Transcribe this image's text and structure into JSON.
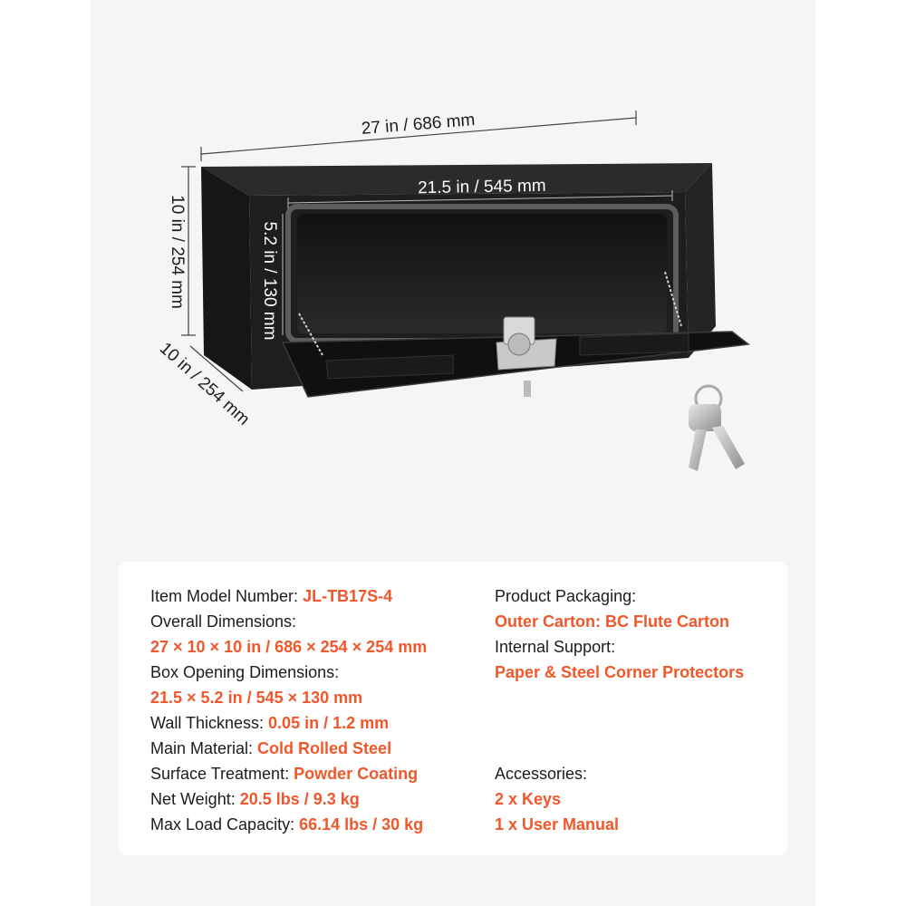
{
  "dimensions": {
    "overall_width": "27 in / 686 mm",
    "opening_width": "21.5 in / 545 mm",
    "opening_height": "5.2 in / 130 mm",
    "height": "10 in / 254 mm",
    "depth": "10 in / 254 mm"
  },
  "specs_left": [
    {
      "label": "Item Model Number: ",
      "value": "JL-TB17S-4"
    },
    {
      "label": "Overall Dimensions:",
      "value": ""
    },
    {
      "label": "",
      "value": "27 × 10 × 10 in / 686 × 254 × 254 mm"
    },
    {
      "label": "Box Opening Dimensions:",
      "value": ""
    },
    {
      "label": "",
      "value": "21.5 × 5.2 in / 545 × 130 mm"
    },
    {
      "label": "Wall Thickness: ",
      "value": "0.05 in / 1.2 mm"
    },
    {
      "label": "Main Material: ",
      "value": "Cold Rolled Steel"
    },
    {
      "label": "Surface Treatment: ",
      "value": "Powder Coating"
    },
    {
      "label": "Net Weight: ",
      "value": "20.5 lbs / 9.3 kg"
    },
    {
      "label": "Max Load Capacity: ",
      "value": "66.14 lbs / 30 kg"
    }
  ],
  "specs_right_top": [
    {
      "label": "Product Packaging:",
      "value": ""
    },
    {
      "label": "",
      "value": "Outer Carton: BC Flute Carton"
    },
    {
      "label": "Internal Support:",
      "value": ""
    },
    {
      "label": "",
      "value": "Paper & Steel Corner Protectors"
    }
  ],
  "specs_right_bottom": [
    {
      "label": "Accessories:",
      "value": ""
    },
    {
      "label": "",
      "value": "2 x Keys"
    },
    {
      "label": "",
      "value": "1 x User Manual"
    }
  ],
  "colors": {
    "accent": "#f0572a",
    "box": "#1b1b1b",
    "background": "#f5f5f5"
  }
}
